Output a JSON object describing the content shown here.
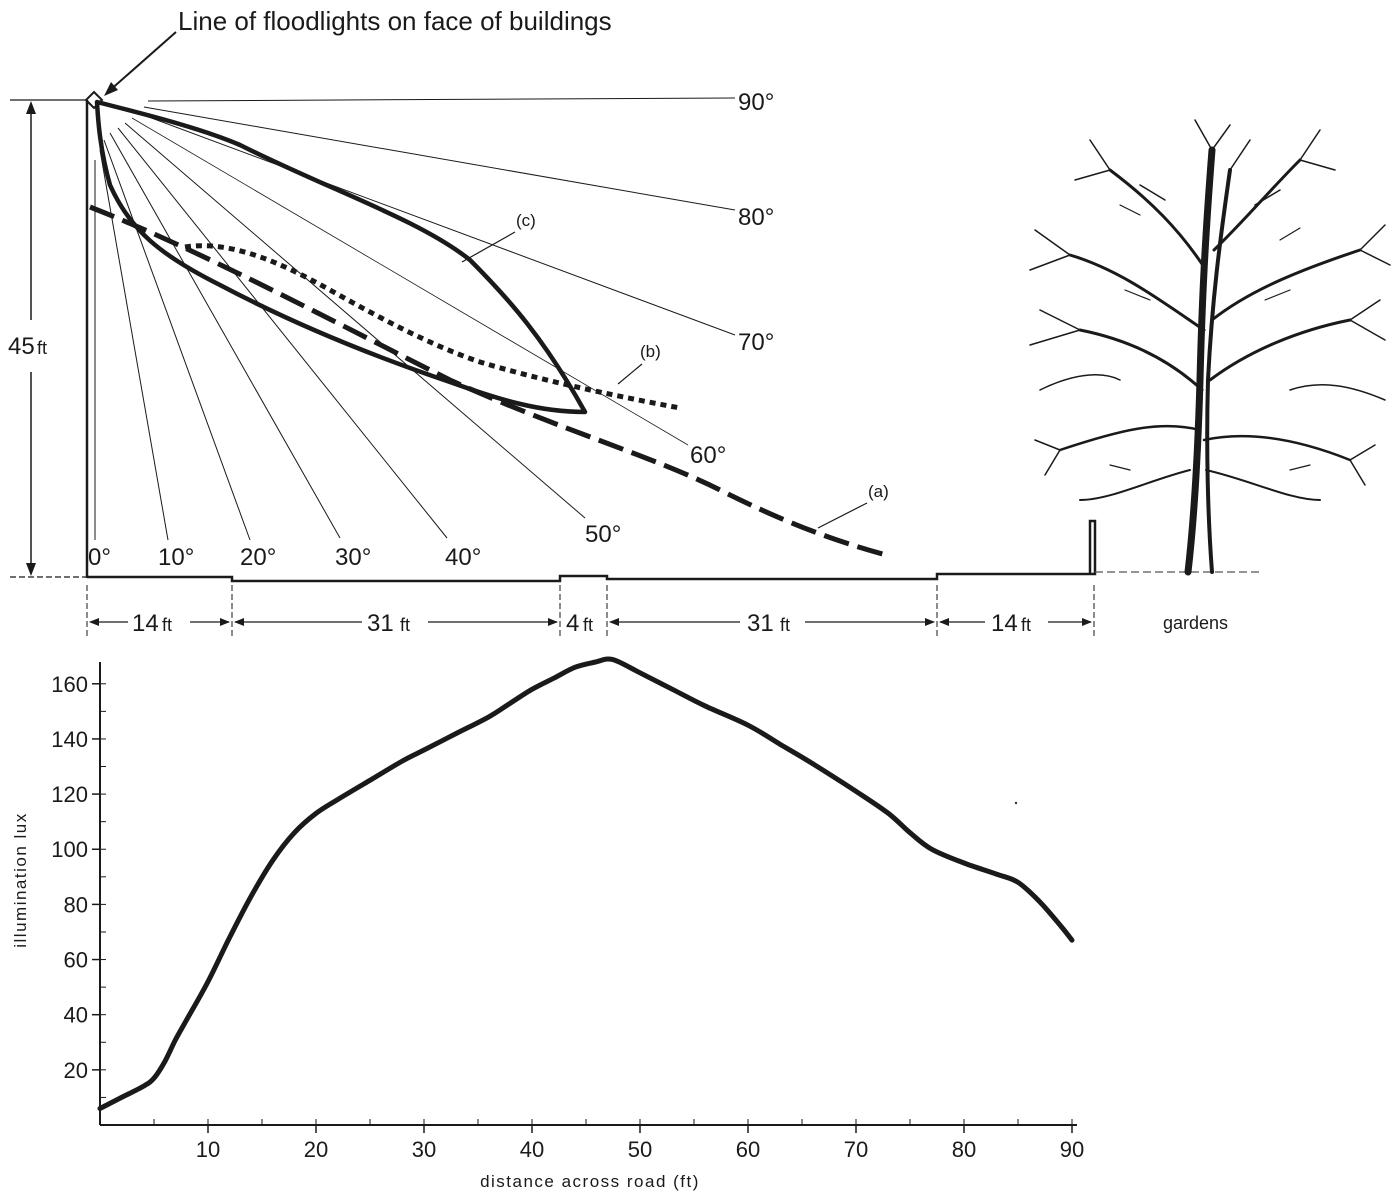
{
  "top_diagram": {
    "title": "Line of floodlights on face of buildings",
    "height_label": "45",
    "height_unit": "ft",
    "angle_labels": [
      "0°",
      "10°",
      "20°",
      "30°",
      "40°",
      "50°",
      "60°",
      "70°",
      "80°",
      "90°"
    ],
    "curve_labels": {
      "a": "(a)",
      "b": "(b)",
      "c": "(c)"
    },
    "segments": [
      {
        "value": "14",
        "unit": "ft"
      },
      {
        "value": "31",
        "unit": "ft"
      },
      {
        "value": "4",
        "unit": "ft"
      },
      {
        "value": "31",
        "unit": "ft"
      },
      {
        "value": "14",
        "unit": "ft"
      }
    ],
    "gardens_label": "gardens"
  },
  "chart_data": {
    "type": "line",
    "xlabel": "distance across road  (ft)",
    "ylabel": "illumination  lux",
    "xlim": [
      0,
      90
    ],
    "ylim": [
      0,
      165
    ],
    "x_ticks": [
      10,
      20,
      30,
      40,
      50,
      60,
      70,
      80,
      90
    ],
    "y_ticks": [
      20,
      40,
      60,
      80,
      100,
      120,
      140,
      160
    ],
    "grid": false,
    "series": [
      {
        "x": [
          0,
          2,
          4,
          5,
          6,
          7,
          8,
          10,
          12,
          14,
          16,
          18,
          20,
          22,
          25,
          28,
          30,
          33,
          36,
          38,
          40,
          42,
          44,
          46,
          47,
          48,
          50,
          53,
          56,
          60,
          63,
          66,
          70,
          73,
          75,
          77,
          80,
          83,
          85,
          87,
          89,
          90
        ],
        "y": [
          6,
          10,
          14,
          17,
          23,
          31,
          38,
          52,
          68,
          83,
          96,
          106,
          113,
          118,
          125,
          132,
          136,
          142,
          148,
          153,
          158,
          162,
          166,
          168,
          169,
          168,
          164,
          158,
          152,
          145,
          138,
          131,
          121,
          113,
          106,
          100,
          95,
          91,
          88,
          81,
          72,
          67
        ]
      }
    ]
  }
}
